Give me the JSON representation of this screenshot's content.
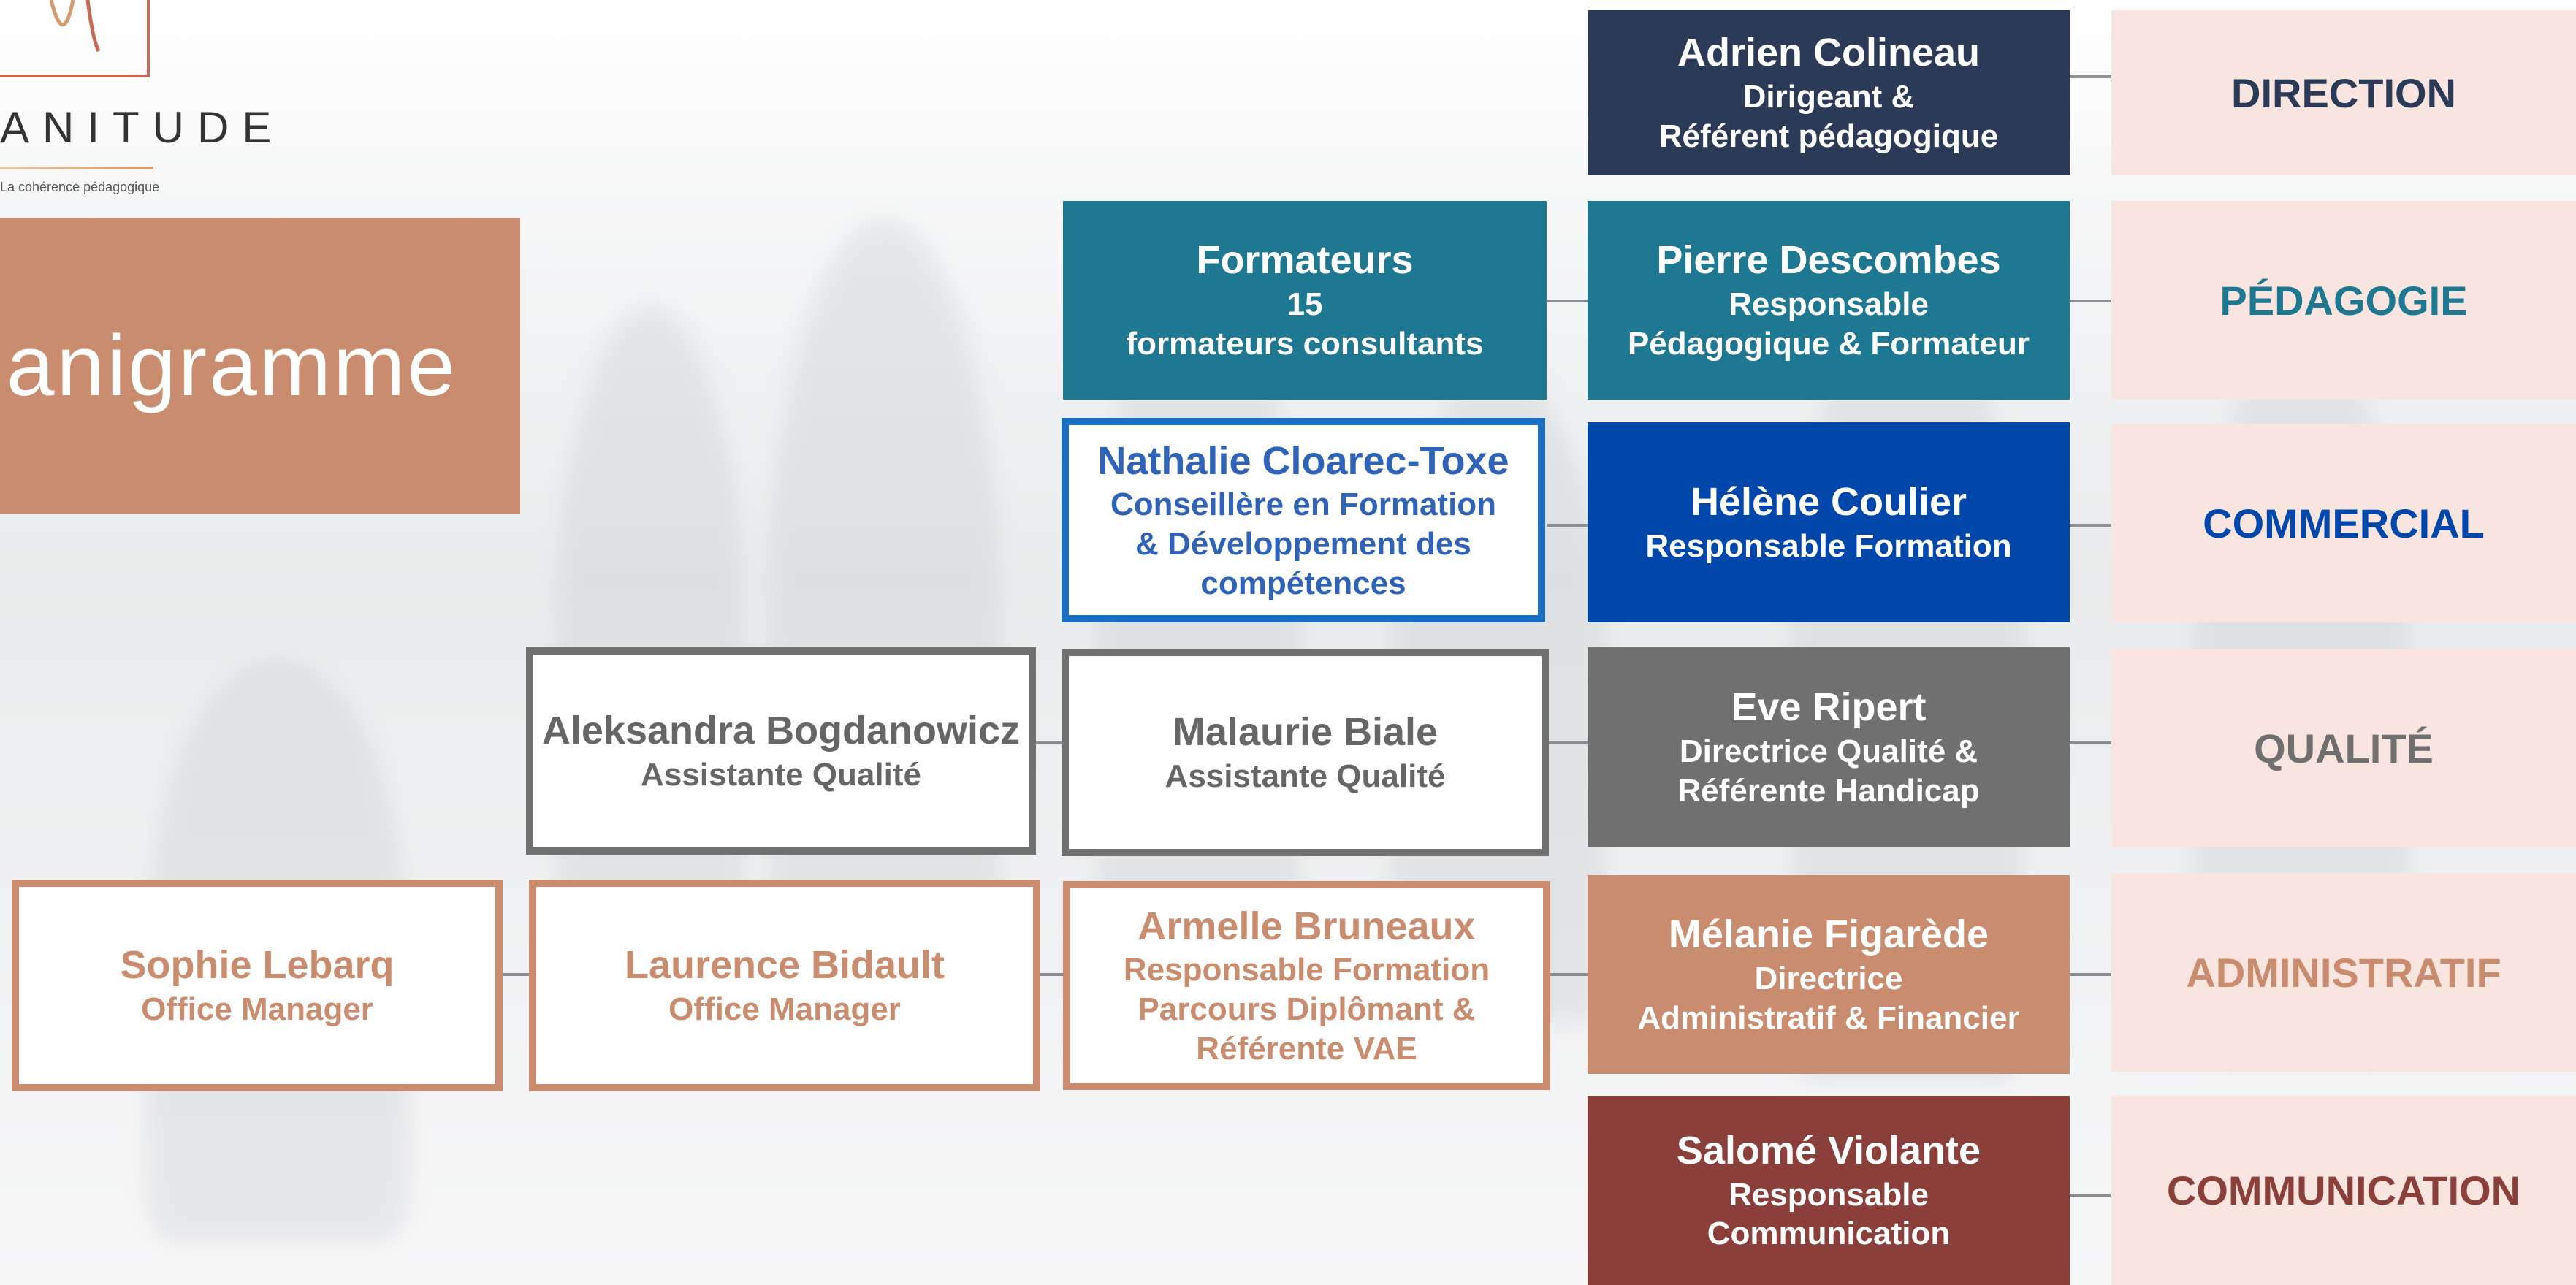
{
  "logo": {
    "word": "ANITUDE",
    "tagline": "La cohérence pédagogique"
  },
  "title": "ganigramme",
  "departments": {
    "direction": "DIRECTION",
    "pedagogie": "PÉDAGOGIE",
    "commercial": "COMMERCIAL",
    "qualite": "QUALITÉ",
    "administratif": "ADMINISTRATIF",
    "communication": "COMMUNICATION"
  },
  "people": {
    "adrien": {
      "name": "Adrien Colineau",
      "role1": "Dirigeant &",
      "role2": "Référent pédagogique"
    },
    "pierre": {
      "name": "Pierre Descombes",
      "role1": "Responsable",
      "role2": "Pédagogique & Formateur"
    },
    "formateurs": {
      "name": "Formateurs",
      "role1": "15",
      "role2": "formateurs consultants"
    },
    "helene": {
      "name": "Hélène Coulier",
      "role1": "Responsable Formation"
    },
    "nathalie": {
      "name": "Nathalie Cloarec-Toxe",
      "role1": "Conseillère en Formation",
      "role2": "& Développement des",
      "role3": "compétences"
    },
    "eve": {
      "name": "Eve Ripert",
      "role1": "Directrice Qualité &",
      "role2": "Référente Handicap"
    },
    "malaurie": {
      "name": "Malaurie Biale",
      "role1": "Assistante Qualité"
    },
    "aleksandra": {
      "name": "Aleksandra Bogdanowicz",
      "role1": "Assistante Qualité"
    },
    "melanie": {
      "name": "Mélanie Figarède",
      "role1": "Directrice",
      "role2": "Administratif & Financier"
    },
    "armelle": {
      "name": "Armelle Bruneaux",
      "role1": "Responsable Formation",
      "role2": "Parcours Diplômant &",
      "role3": "Référente VAE"
    },
    "laurence": {
      "name": "Laurence Bidault",
      "role1": "Office Manager"
    },
    "sophie": {
      "name": "Sophie Lebarq",
      "role1": "Office Manager"
    },
    "salome": {
      "name": "Salomé Violante",
      "role1": "Responsable",
      "role2": "Communication"
    }
  },
  "colors": {
    "direction": "#2b3a57",
    "pedagogie": "#1e7891",
    "commercial": "#0047ab",
    "qualite": "#707070",
    "administratif": "#c98c6e",
    "communication": "#8b3f3a",
    "dept_bg": "#f8e5df"
  }
}
